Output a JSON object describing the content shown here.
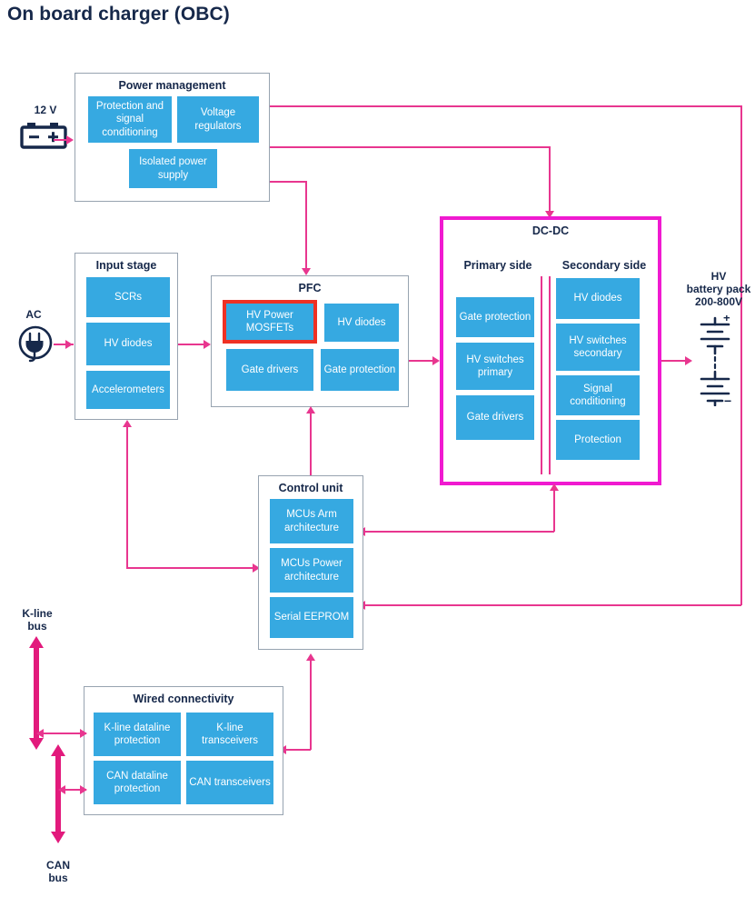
{
  "page": {
    "title": "On board charger (OBC)",
    "colors": {
      "title": "#16284a",
      "block_fill": "#36a9e1",
      "group_border": "#97a3b0",
      "wire": "#e8368f",
      "bus_arrow": "#e21a7c",
      "highlight": "#ef3124",
      "dcdc_border": "#f01ad0"
    }
  },
  "terminals": {
    "dc12": {
      "label": "12 V",
      "icon": "car-battery-icon"
    },
    "ac": {
      "label": "AC",
      "icon": "ac-plug-icon"
    },
    "hv_battery": {
      "label": "HV\nbattery pack\n200-800V",
      "line1": "HV",
      "line2": "battery pack",
      "line3": "200-800V",
      "icon": "hv-battery-cells-icon"
    },
    "kline_bus": {
      "line1": "K-line",
      "line2": "bus"
    },
    "can_bus": {
      "line1": "CAN",
      "line2": "bus"
    }
  },
  "groups": {
    "power_management": {
      "title": "Power management",
      "blocks": [
        {
          "label": "Protection and signal conditioning"
        },
        {
          "label": "Voltage regulators"
        },
        {
          "label": "Isolated power supply"
        }
      ]
    },
    "input_stage": {
      "title": "Input stage",
      "blocks": [
        {
          "label": "SCRs"
        },
        {
          "label": "HV diodes"
        },
        {
          "label": "Accelerometers"
        }
      ]
    },
    "pfc": {
      "title": "PFC",
      "blocks": [
        {
          "label": "HV Power MOSFETs",
          "highlighted": true
        },
        {
          "label": "HV diodes",
          "highlighted": false
        },
        {
          "label": "Gate drivers",
          "highlighted": false
        },
        {
          "label": "Gate protection",
          "highlighted": false
        }
      ]
    },
    "dcdc": {
      "title": "DC-DC",
      "primary_label": "Primary side",
      "secondary_label": "Secondary side",
      "primary_blocks": [
        {
          "label": "Gate protection"
        },
        {
          "label": "HV switches primary"
        },
        {
          "label": "Gate drivers"
        }
      ],
      "secondary_blocks": [
        {
          "label": "HV diodes"
        },
        {
          "label": "HV switches secondary"
        },
        {
          "label": "Signal conditioning"
        },
        {
          "label": "Protection"
        }
      ]
    },
    "control_unit": {
      "title": "Control unit",
      "blocks": [
        {
          "label": "MCUs Arm architecture"
        },
        {
          "label": "MCUs Power architecture"
        },
        {
          "label": "Serial EEPROM"
        }
      ]
    },
    "wired_connectivity": {
      "title": "Wired connectivity",
      "blocks": [
        {
          "label": "K-line dataline protection"
        },
        {
          "label": "K-line transceivers"
        },
        {
          "label": "CAN dataline protection"
        },
        {
          "label": "CAN transceivers"
        }
      ]
    }
  }
}
